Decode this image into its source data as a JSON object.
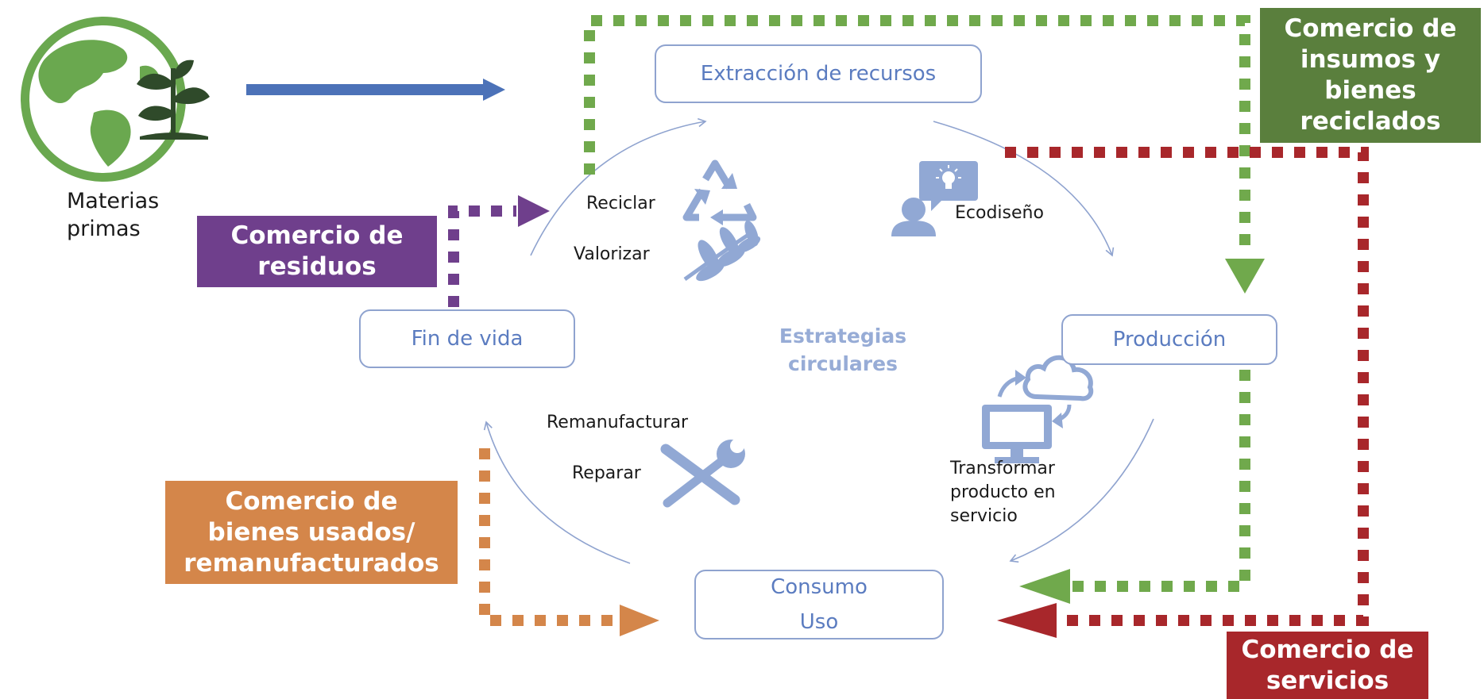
{
  "source": {
    "label_line1": "Materias",
    "label_line2": "primas"
  },
  "nodes": {
    "extraccion": "Extracción de recursos",
    "produccion": "Producción",
    "consumo_line1": "Consumo",
    "consumo_line2": "Uso",
    "fin_de_vida": "Fin de vida"
  },
  "center": {
    "line1": "Estrategias",
    "line2": "circulares"
  },
  "strategies": {
    "reciclar": "Reciclar",
    "valorizar": "Valorizar",
    "ecodiseno": "Ecodiseño",
    "transformar_1": "Transformar",
    "transformar_2": "producto en",
    "transformar_3": "servicio",
    "remanufacturar": "Remanufacturar",
    "reparar": "Reparar"
  },
  "trade": {
    "insumos": {
      "lines": [
        "Comercio de",
        "insumos y",
        "bienes",
        "reciclados"
      ],
      "color": "#5a7f3d"
    },
    "servicios": {
      "lines": [
        "Comercio de",
        "servicios"
      ],
      "color": "#a8272b"
    },
    "residuos": {
      "lines": [
        "Comercio de",
        "residuos"
      ],
      "color": "#6f3f8c"
    },
    "usados": {
      "lines": [
        "Comercio de",
        "bienes usados/",
        "remanufacturados"
      ],
      "color": "#d4864a"
    }
  },
  "colors": {
    "flow_blue": "#4c72b8",
    "icon_blue": "#91a8d4",
    "cycle_line": "#8fa3cf",
    "dotted_green": "#70a94c",
    "dotted_red": "#a8272b",
    "dotted_purple": "#6f3f8c",
    "dotted_orange": "#d4864a",
    "globe_green": "#6aa84f",
    "plant_dark": "#2f4a2a"
  },
  "icons": [
    "globe-plant-icon",
    "recycle-icon",
    "leaf-branch-icon",
    "idea-person-icon",
    "cloud-computer-icon",
    "tools-icon"
  ]
}
